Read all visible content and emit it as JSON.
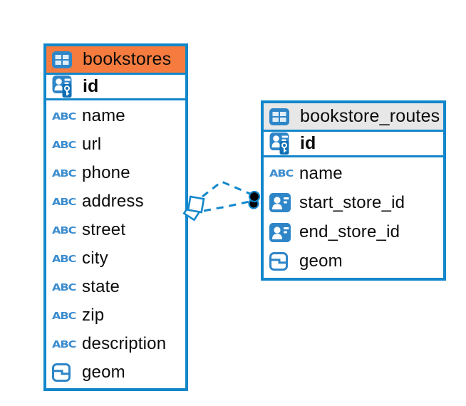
{
  "diagram": {
    "colors": {
      "accent_blue": "#1287CB",
      "icon_blue": "#2E86C8",
      "abc_blue": "#3B8CCE",
      "key_badge_blue": "#0D6FB4",
      "selected_header_orange": "#F57C3E",
      "header_gray": "#E7E7E7",
      "text": "#0B0B0B",
      "background": "#FFFFFF"
    },
    "tables": [
      {
        "id": "bookstores",
        "title": "bookstores",
        "header_bg": "#F57C3E",
        "header_icon": "table-icon",
        "columns": [
          {
            "name": "id",
            "icon": "primary-key-icon",
            "section": "key"
          },
          {
            "name": "name",
            "icon": "text-column-icon",
            "section": "body"
          },
          {
            "name": "url",
            "icon": "text-column-icon",
            "section": "body"
          },
          {
            "name": "phone",
            "icon": "text-column-icon",
            "section": "body"
          },
          {
            "name": "address",
            "icon": "text-column-icon",
            "section": "body"
          },
          {
            "name": "street",
            "icon": "text-column-icon",
            "section": "body"
          },
          {
            "name": "city",
            "icon": "text-column-icon",
            "section": "body"
          },
          {
            "name": "state",
            "icon": "text-column-icon",
            "section": "body"
          },
          {
            "name": "zip",
            "icon": "text-column-icon",
            "section": "body"
          },
          {
            "name": "description",
            "icon": "text-column-icon",
            "section": "body"
          },
          {
            "name": "geom",
            "icon": "geometry-column-icon",
            "section": "body"
          }
        ]
      },
      {
        "id": "bookstore_routes",
        "title": "bookstore_routes",
        "header_bg": "#E7E7E7",
        "header_icon": "table-icon",
        "columns": [
          {
            "name": "id",
            "icon": "primary-key-icon",
            "section": "key"
          },
          {
            "name": "name",
            "icon": "text-column-icon",
            "section": "body"
          },
          {
            "name": "start_store_id",
            "icon": "foreign-key-icon",
            "section": "body"
          },
          {
            "name": "end_store_id",
            "icon": "foreign-key-icon",
            "section": "body"
          },
          {
            "name": "geom",
            "icon": "geometry-column-icon",
            "section": "body"
          }
        ]
      }
    ],
    "relationships": [
      {
        "from_table": "bookstore_routes",
        "to_table": "bookstores",
        "style": "dashed"
      },
      {
        "from_table": "bookstore_routes",
        "to_table": "bookstores",
        "style": "dashed"
      }
    ]
  }
}
